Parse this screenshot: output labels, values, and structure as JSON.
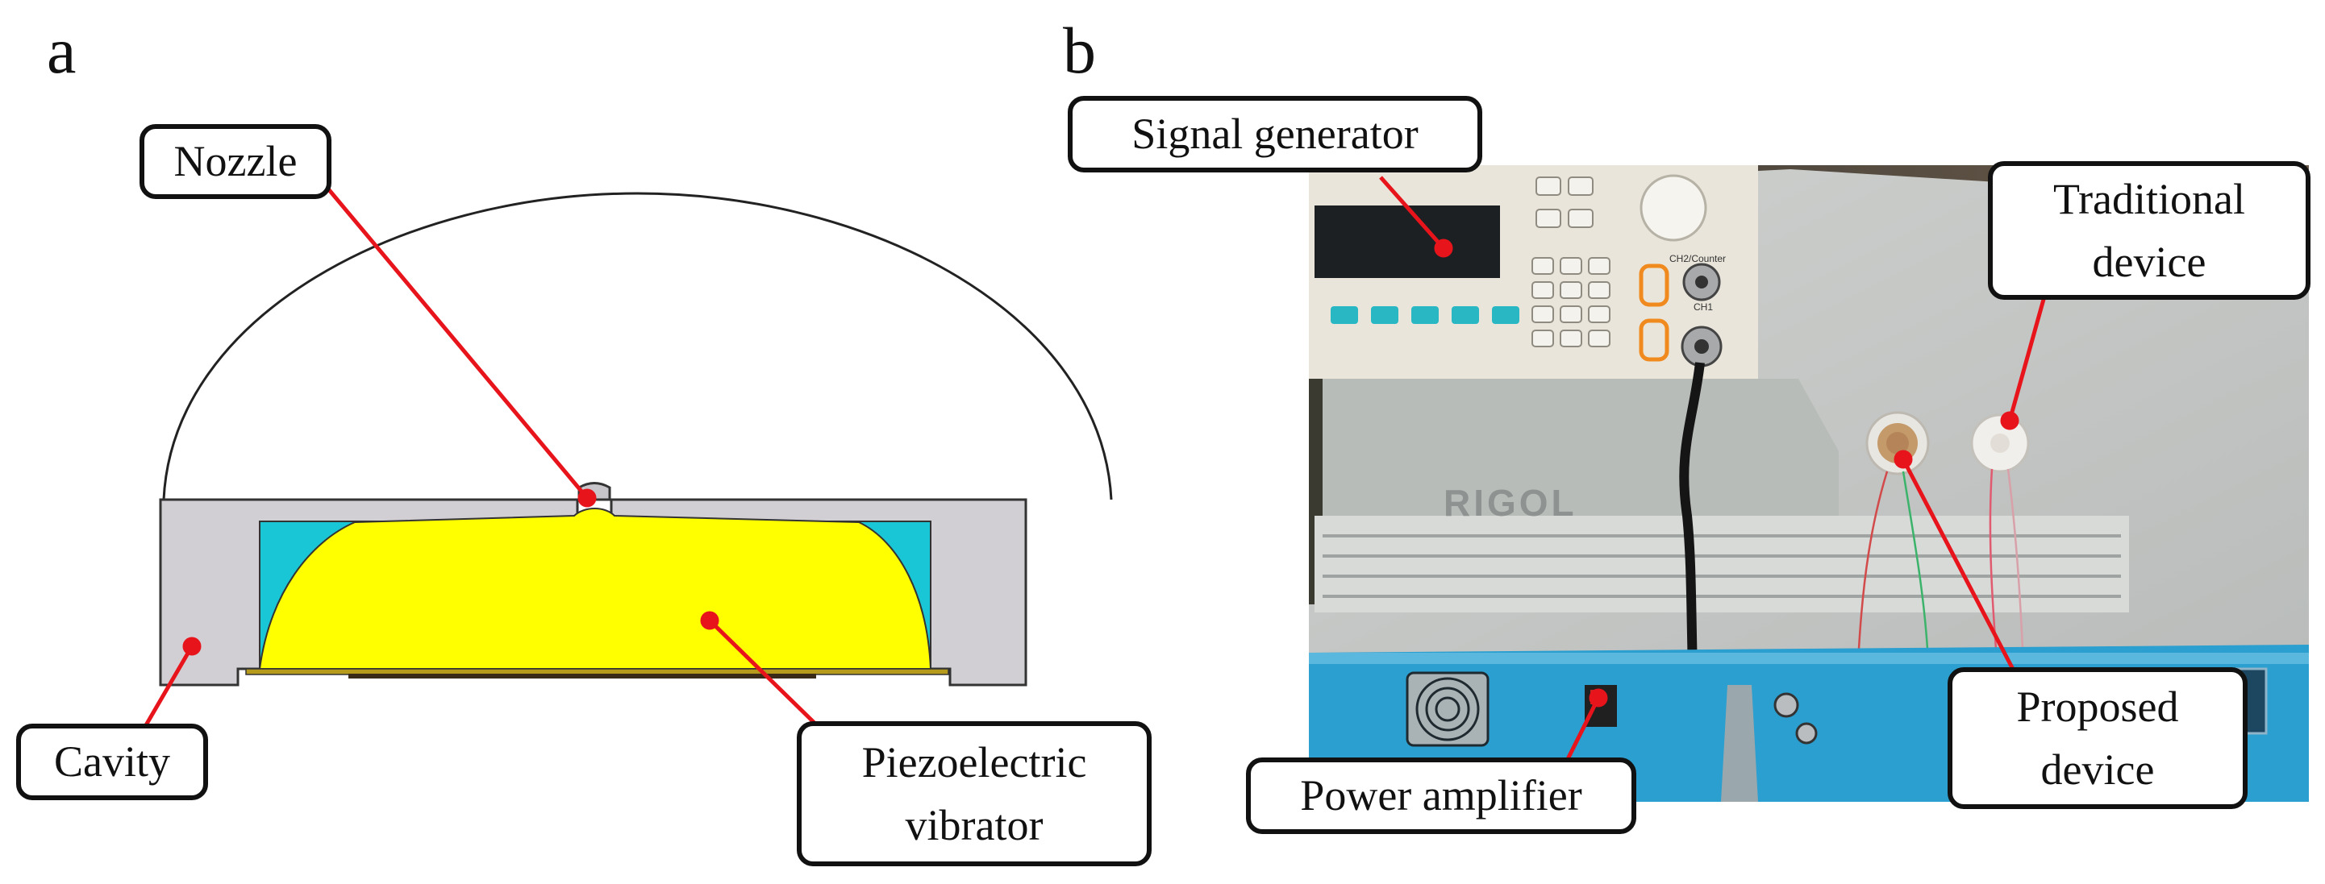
{
  "panels": {
    "a": {
      "letter": "a"
    },
    "b": {
      "letter": "b"
    }
  },
  "callouts": {
    "nozzle": "Nozzle",
    "cavity": "Cavity",
    "piezo_line1": "Piezoelectric",
    "piezo_line2": "vibrator",
    "signal_generator": "Signal generator",
    "traditional_line1": "Traditional",
    "traditional_line2": "device",
    "proposed_line1": "Proposed",
    "proposed_line2": "device",
    "power_amplifier": "Power amplifier"
  },
  "photo_text": {
    "brand": "RIGOL",
    "ch1": "CH1",
    "ch2": "CH2/Counter"
  },
  "colors": {
    "leader": "#e8141c",
    "vibrator": "#ffff00",
    "cavity_fill": "#d2cfd4",
    "fluid": "#19c6d6",
    "generator_body": "#e9e5da",
    "amplifier_blue": "#2a9fd0"
  }
}
